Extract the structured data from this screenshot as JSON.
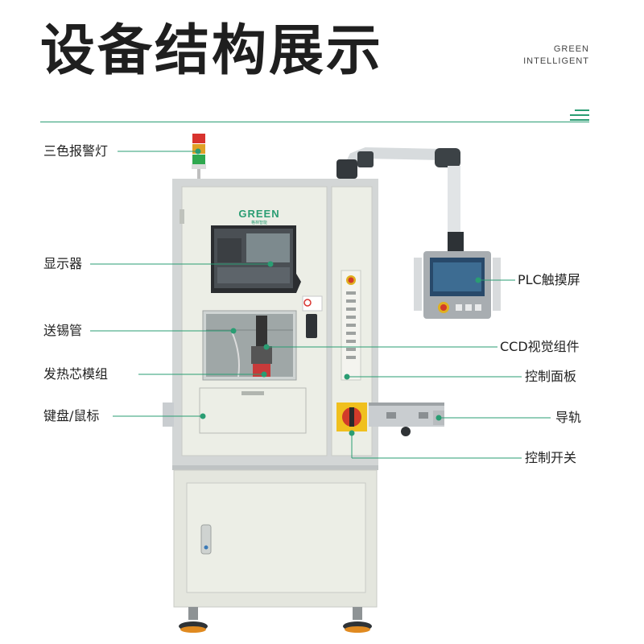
{
  "header": {
    "title": "设备结构展示",
    "brand_line1": "GREEN",
    "brand_line2": "INTELLIGENT"
  },
  "machine": {
    "logo": "GREEN",
    "logo_sub": "格林智能"
  },
  "labels": {
    "tower_light": "三色报警灯",
    "monitor": "显示器",
    "tin_feed_tube": "送锡管",
    "heating_core": "发热芯模组",
    "keyboard_mouse": "键盘/鼠标",
    "plc_touchscreen": "PLC触摸屏",
    "ccd_vision": "CCD视觉组件",
    "control_panel": "控制面板",
    "guide_rail": "导轨",
    "control_switch": "控制开关"
  },
  "colors": {
    "accent": "#2a9d73",
    "frame": "#e9ebe3",
    "rail": "#c9cdd0",
    "screen": "#2b2d30"
  }
}
